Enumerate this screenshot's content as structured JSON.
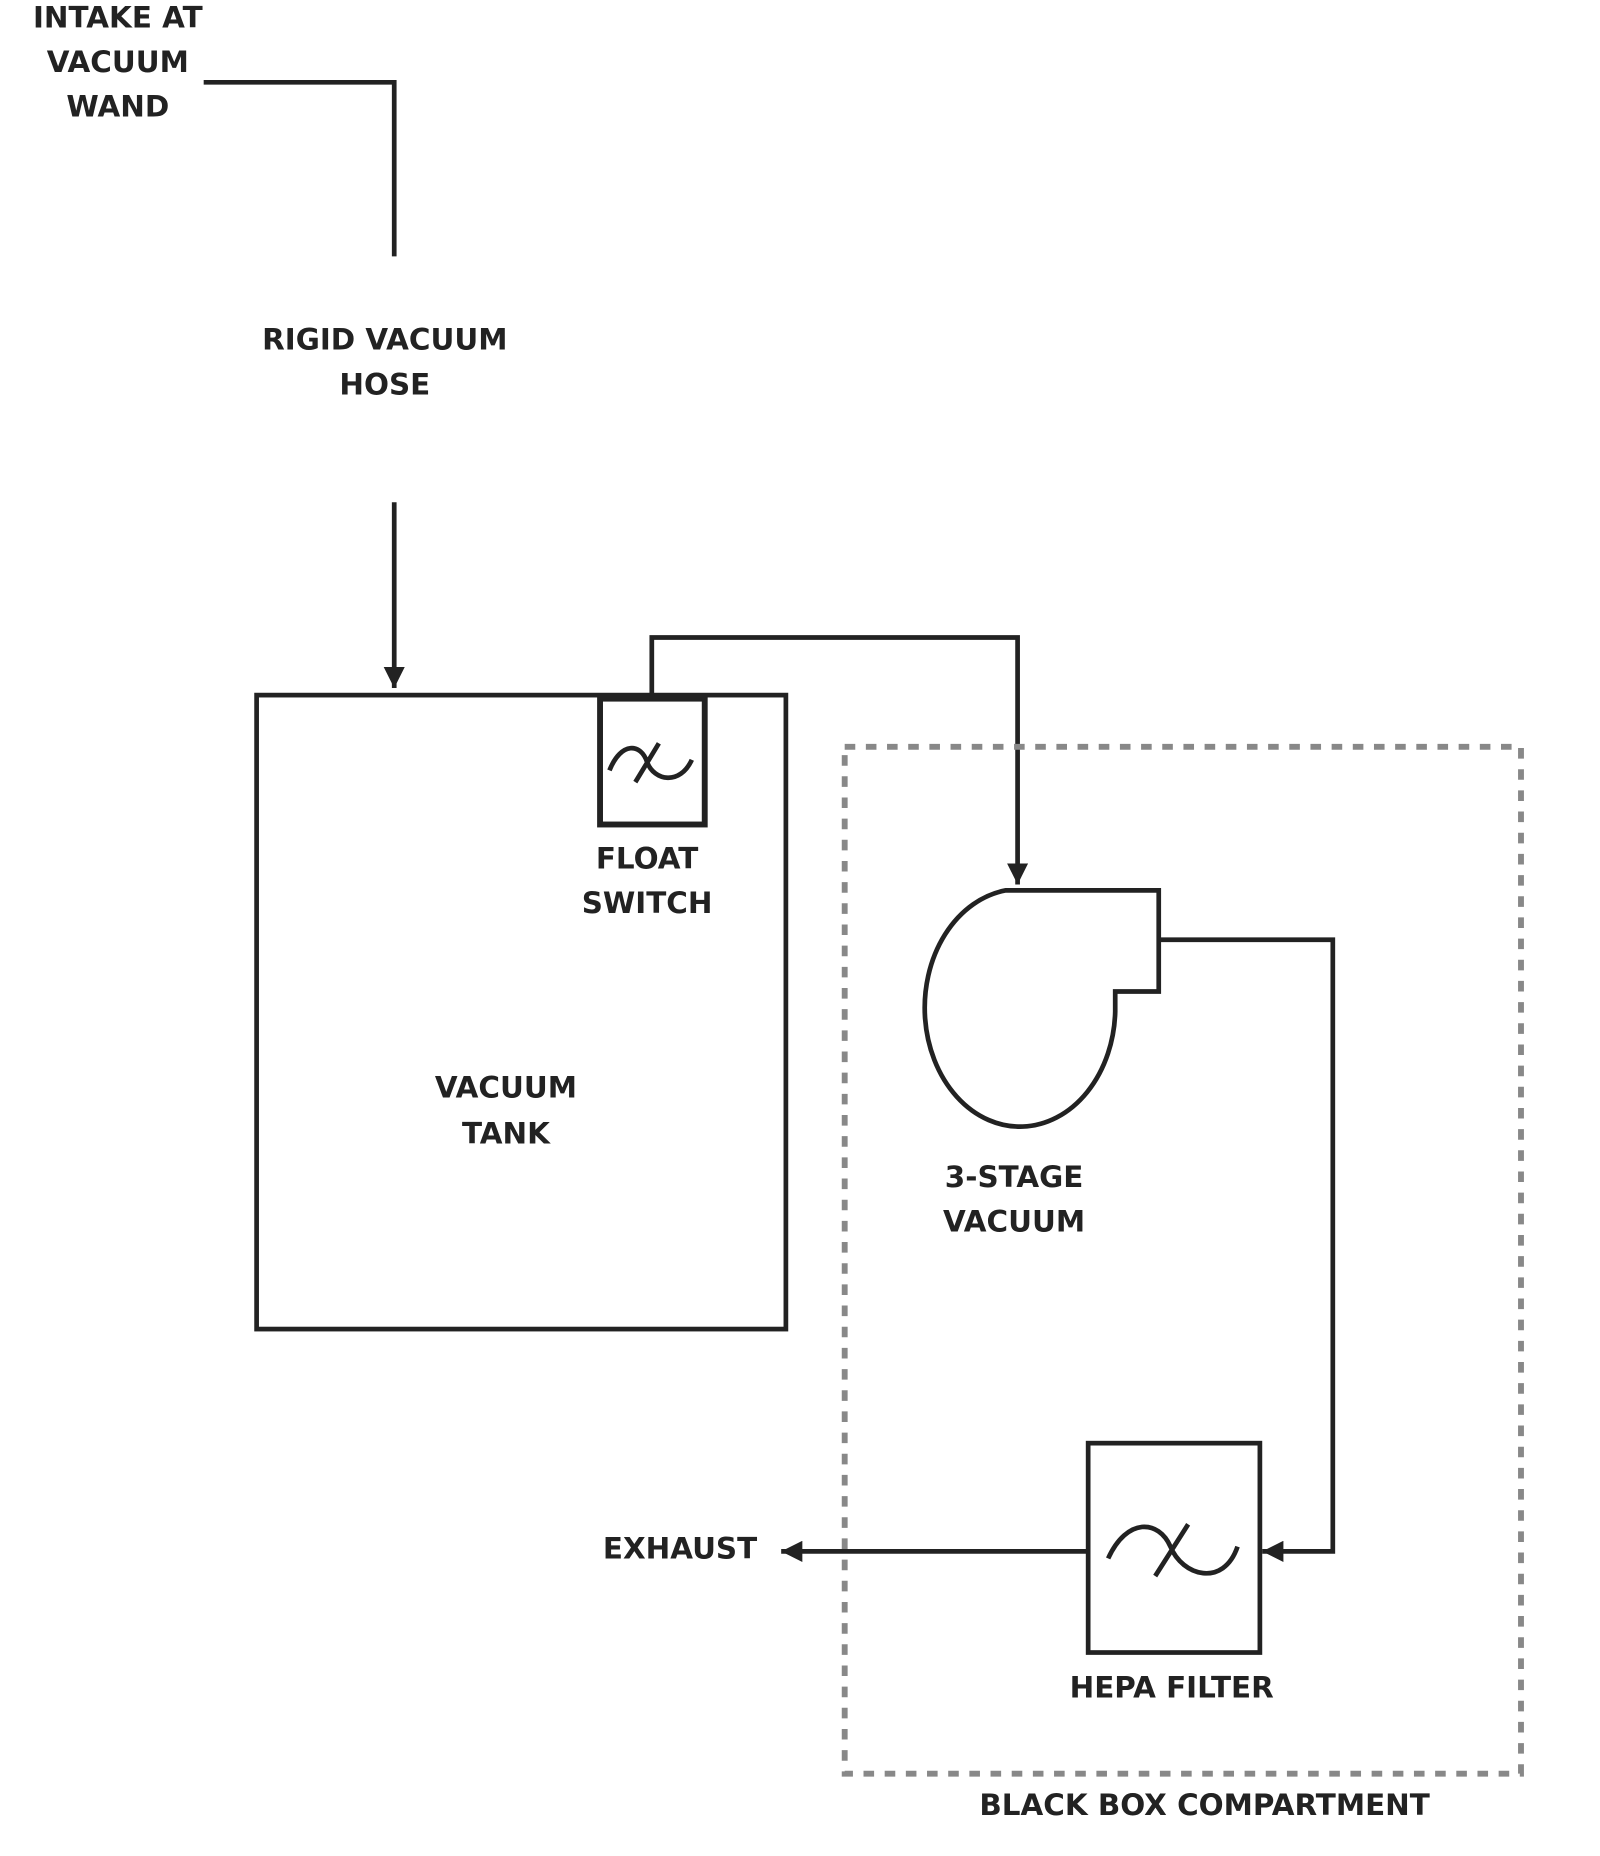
{
  "labels": {
    "intake": [
      "INTAKE AT",
      "VACUUM",
      "WAND"
    ],
    "hose": [
      "RIGID VACUUM",
      "HOSE"
    ],
    "tank": [
      "VACUUM",
      "TANK"
    ],
    "float_switch": [
      "FLOAT",
      "SWITCH"
    ],
    "vacuum": [
      "3-STAGE",
      "VACUUM"
    ],
    "hepa": "HEPA FILTER",
    "exhaust": "EXHAUST",
    "compartment": "BLACK BOX COMPARTMENT"
  },
  "colors": {
    "line": "#222222",
    "dashed_border": "#888888"
  }
}
